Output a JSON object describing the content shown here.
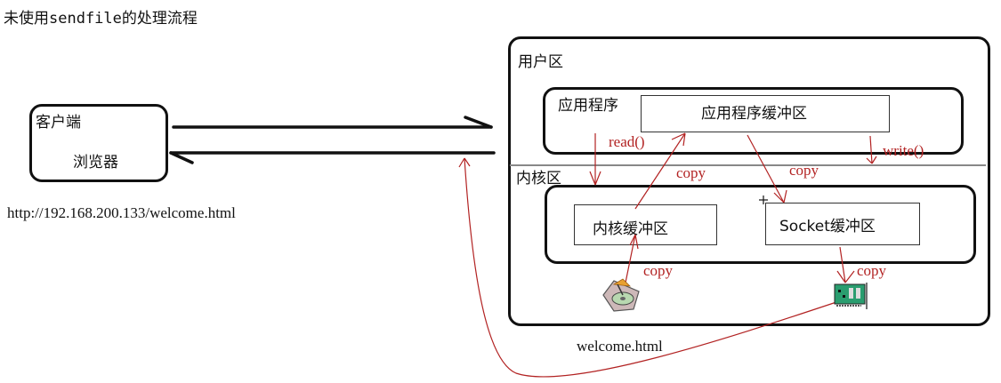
{
  "title": "未使用sendfile的处理流程",
  "client": {
    "label": "客户端",
    "app": "浏览器",
    "url": "http://192.168.200.133/welcome.html"
  },
  "server": {
    "user_space_label": "用户区",
    "kernel_space_label": "内核区",
    "application": {
      "label": "应用程序",
      "buffer_label": "应用程序缓冲区"
    },
    "kernel_buffer_label": "内核缓冲区",
    "socket_buffer_label": "Socket缓冲区",
    "file_label": "welcome.html"
  },
  "flow_labels": {
    "read": "read()",
    "write": "write()",
    "copy_kernel_to_app": "copy",
    "copy_app_to_socket": "copy",
    "copy_disk_to_kernel": "copy",
    "copy_socket_to_nic": "copy"
  },
  "icons": {
    "disk": "hard-disk-icon",
    "nic": "network-card-icon"
  },
  "colors": {
    "flow": "#b22222",
    "outline": "#111111"
  }
}
